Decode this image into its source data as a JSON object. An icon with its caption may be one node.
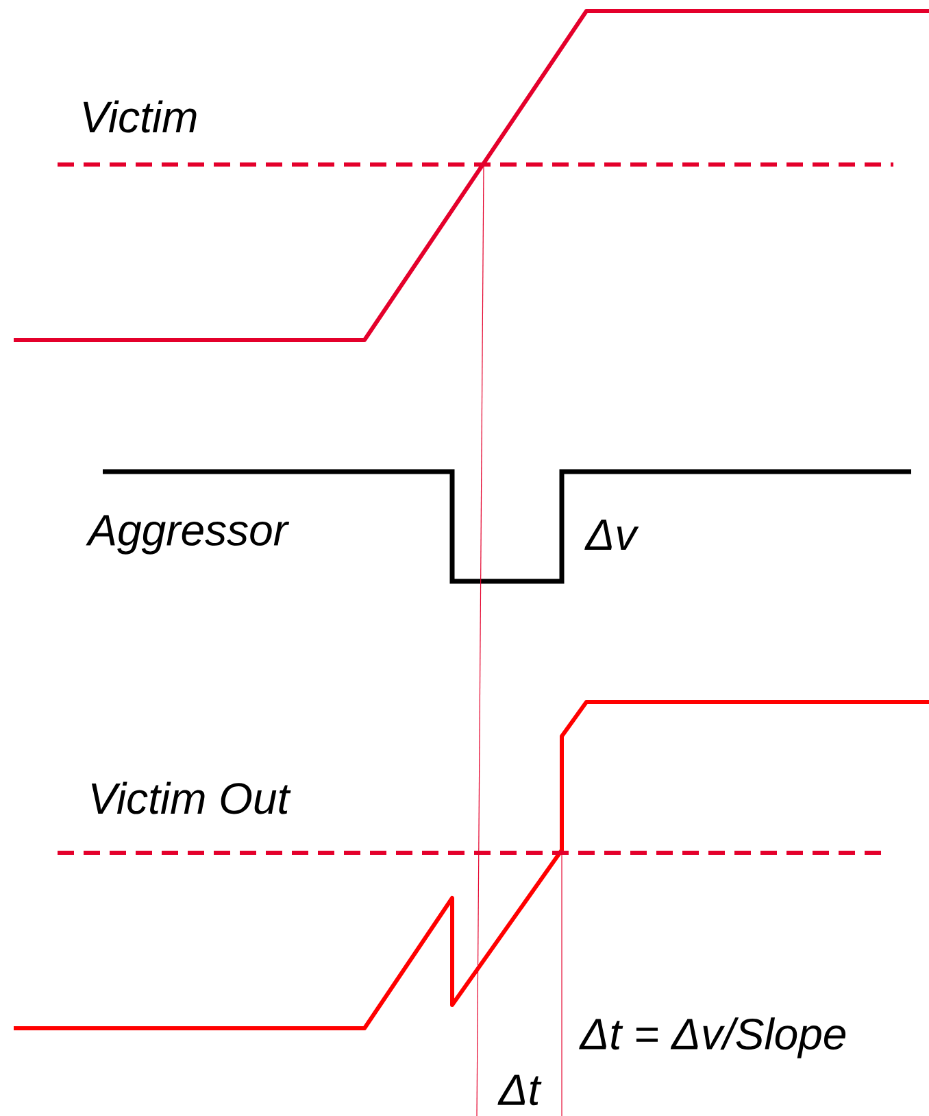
{
  "diagram": {
    "labels": [
      "Victim",
      "Aggressor",
      "Δv",
      "Victim Out",
      "Δt = Δv/Slope",
      "Δt"
    ]
  }
}
